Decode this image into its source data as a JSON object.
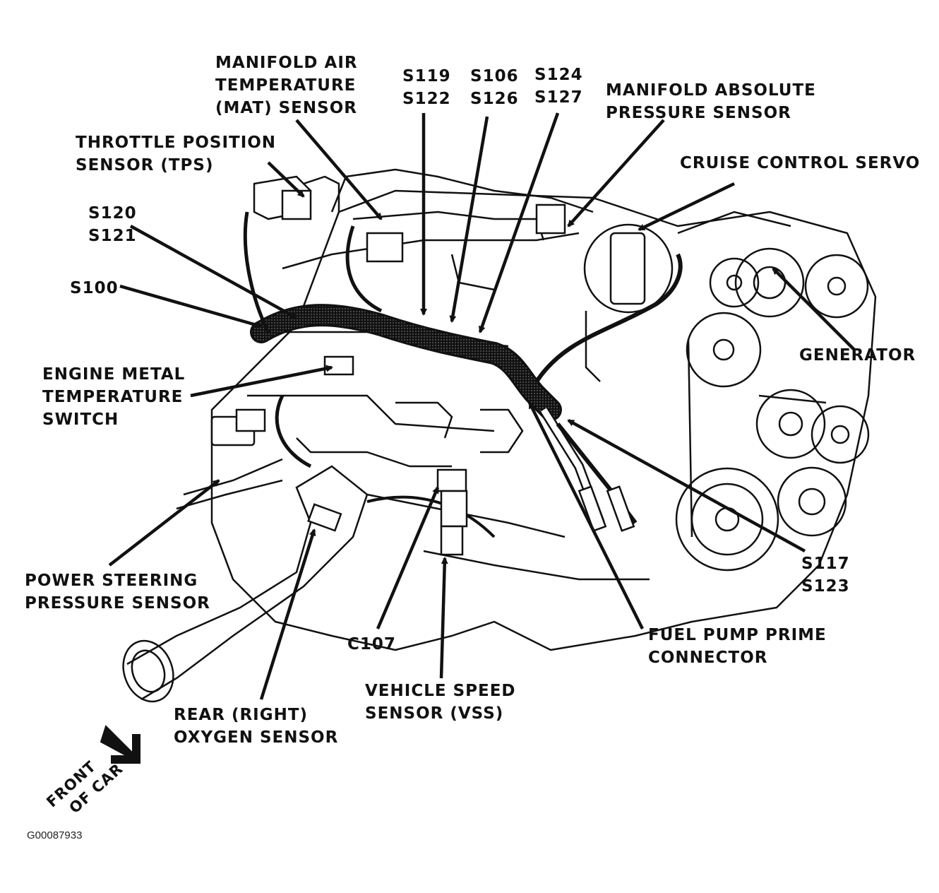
{
  "labels": {
    "mat_sensor": [
      "MANIFOLD AIR",
      "TEMPERATURE",
      "(MAT) SENSOR"
    ],
    "s119": [
      "S119",
      "S122"
    ],
    "s106": [
      "S106",
      "S126"
    ],
    "s124": [
      "S124",
      "S127"
    ],
    "map_sensor": [
      "MANIFOLD ABSOLUTE",
      "PRESSURE SENSOR"
    ],
    "tps": [
      "THROTTLE POSITION",
      "SENSOR (TPS)"
    ],
    "cruise": [
      "CRUISE CONTROL SERVO"
    ],
    "s120": [
      "S120",
      "S121"
    ],
    "s100": [
      "S100"
    ],
    "generator": [
      "GENERATOR"
    ],
    "engine_metal": [
      "ENGINE METAL",
      "TEMPERATURE",
      "SWITCH"
    ],
    "power_steering": [
      "POWER STEERING",
      "PRESSURE SENSOR"
    ],
    "s117": [
      "S117",
      "S123"
    ],
    "fuel_pump": [
      "FUEL PUMP PRIME",
      "CONNECTOR"
    ],
    "c107": [
      "C107"
    ],
    "vss": [
      "VEHICLE SPEED",
      "SENSOR (VSS)"
    ],
    "oxygen": [
      "REAR (RIGHT)",
      "OXYGEN SENSOR"
    ],
    "front_of_car": [
      "FRONT",
      "OF CAR"
    ]
  },
  "figure_code": "G00087933"
}
